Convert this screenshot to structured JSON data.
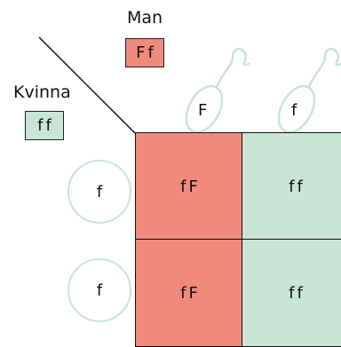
{
  "male": {
    "label": "Man",
    "genotype": "Ff",
    "color": "#f08a7d"
  },
  "female": {
    "label": "Kvinna",
    "genotype": "ff",
    "color": "#c9e5d6"
  },
  "sperm_alleles": [
    "F",
    "f"
  ],
  "egg_alleles": [
    "f",
    "f"
  ],
  "grid": [
    [
      {
        "text": "fF",
        "color": "#f08a7d"
      },
      {
        "text": "ff",
        "color": "#c9e5d6"
      }
    ],
    [
      {
        "text": "fF",
        "color": "#f08a7d"
      },
      {
        "text": "ff",
        "color": "#c9e5d6"
      }
    ]
  ]
}
